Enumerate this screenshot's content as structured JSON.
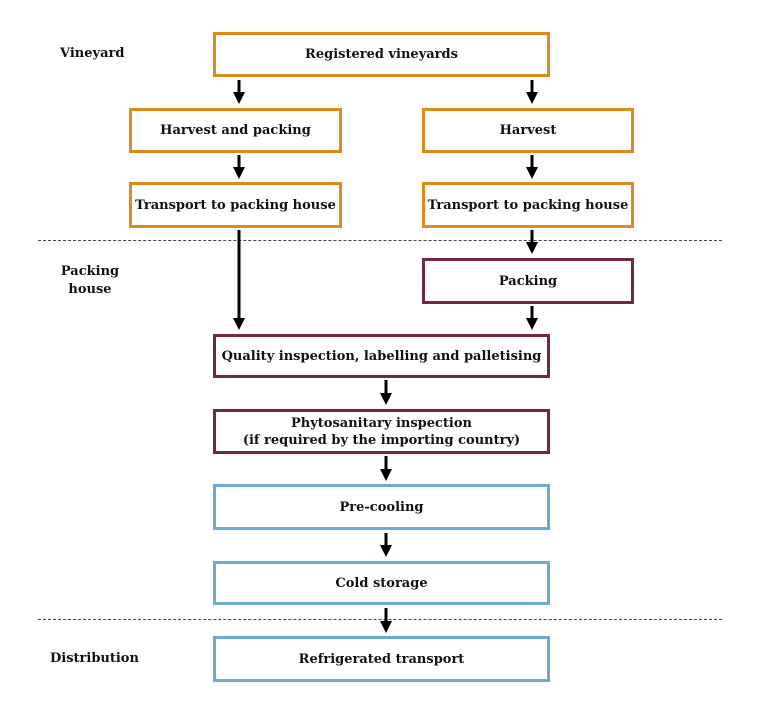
{
  "stages": {
    "vineyard": "Vineyard",
    "packing_house": "Packing house",
    "distribution": "Distribution"
  },
  "boxes": {
    "registered_vineyards": "Registered vineyards",
    "harvest_and_packing": "Harvest and packing",
    "harvest": "Harvest",
    "transport_left": "Transport to packing house",
    "transport_right": "Transport to packing house",
    "packing": "Packing",
    "quality_inspection": "Quality inspection, labelling and palletising",
    "phytosanitary_line1": "Phytosanitary inspection",
    "phytosanitary_line2": "(if required by the importing country)",
    "pre_cooling": "Pre-cooling",
    "cold_storage": "Cold storage",
    "refrigerated_transport": "Refrigerated transport"
  },
  "colors": {
    "vineyard_border": "#e08a1e",
    "packing_border": "#6e2b3e",
    "distribution_border": "#6fa9d2"
  }
}
